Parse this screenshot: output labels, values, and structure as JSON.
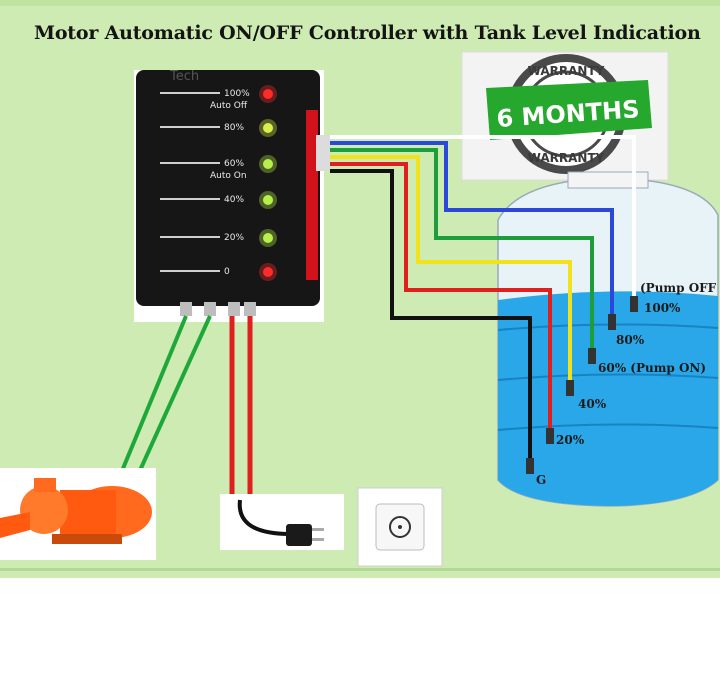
{
  "title": "Motor Automatic ON/OFF Controller with Tank Level Indication",
  "badge": {
    "top_text": "WARRANTY",
    "main_text": "6 MONTHS",
    "bottom_text": "WARRANTY"
  },
  "controller": {
    "brand": "Tech",
    "levels": [
      {
        "label": "100%",
        "sub": "Auto Off",
        "led": "#ff2a2a"
      },
      {
        "label": "80%",
        "sub": "",
        "led": "#d9f04a"
      },
      {
        "label": "60%",
        "sub": "Auto On",
        "led": "#b8f04a"
      },
      {
        "label": "40%",
        "sub": "",
        "led": "#b8f04a"
      },
      {
        "label": "20%",
        "sub": "",
        "led": "#b8f04a"
      },
      {
        "label": "0",
        "sub": "",
        "led": "#ff2a2a"
      }
    ]
  },
  "tank": {
    "labels": {
      "pump_off": "(Pump OFF",
      "p100": "100%",
      "p80": "80%",
      "p60": "60% (Pump ON)",
      "p40": "40%",
      "p20": "20%",
      "ground": "G"
    }
  },
  "wire_colors": {
    "blue": "#2b48d8",
    "green": "#1e9e3a",
    "yellow": "#f2e21a",
    "red": "#e01f1f",
    "black": "#111111",
    "white": "#ffffff"
  },
  "colors": {
    "background": "#cdebb2",
    "water": "#2aa7e8",
    "controller": "#161616",
    "pump": "#ff6a1f"
  }
}
